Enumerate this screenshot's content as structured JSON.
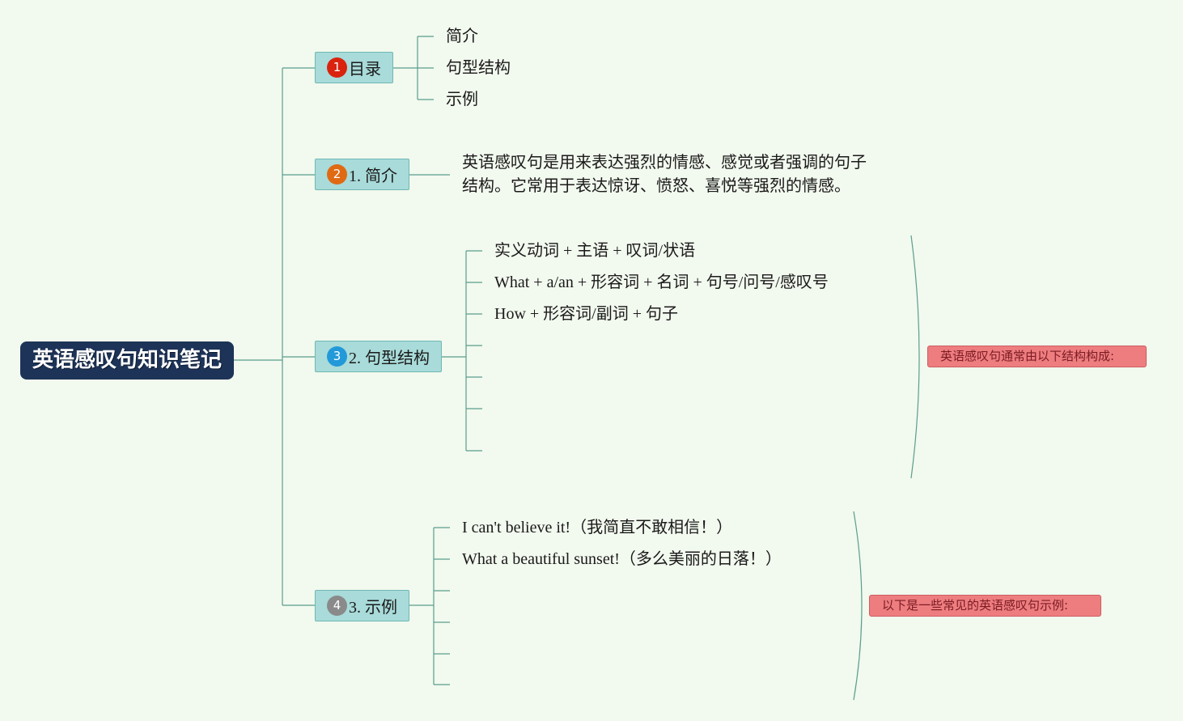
{
  "mindmap": {
    "root": {
      "label": "英语感叹句知识笔记"
    },
    "branches": [
      {
        "number": "1",
        "badge_color": "#d9230f",
        "label": "目录",
        "children": [
          "简介",
          "句型结构",
          "示例"
        ]
      },
      {
        "number": "2",
        "badge_color": "#e06a14",
        "label": "1. 简介",
        "paragraph": [
          "英语感叹句是用来表达强烈的情感、感觉或者强调的句子",
          "结构。它常用于表达惊讶、愤怒、喜悦等强烈的情感。"
        ]
      },
      {
        "number": "3",
        "badge_color": "#2299d9",
        "label": "2. 句型结构",
        "children": [
          "实义动词 + 主语 + 叹词/状语",
          "What + a/an + 形容词 + 名词 + 句号/问号/感叹号",
          "How + 形容词/副词 + 句子"
        ],
        "note": "英语感叹句通常由以下结构构成:"
      },
      {
        "number": "4",
        "badge_color": "#8a8a8a",
        "label": "3. 示例",
        "children": [
          "I can't believe it!（我简直不敢相信！）",
          "What a beautiful sunset!（多么美丽的日落！）"
        ],
        "note": "以下是一些常见的英语感叹句示例:"
      }
    ]
  },
  "colors": {
    "background": "#f2f9ee",
    "connector": "#5a9e8f",
    "root_fill": "#1d3358",
    "branch_fill": "#a8dbd9",
    "note_fill": "#ee7d80"
  }
}
